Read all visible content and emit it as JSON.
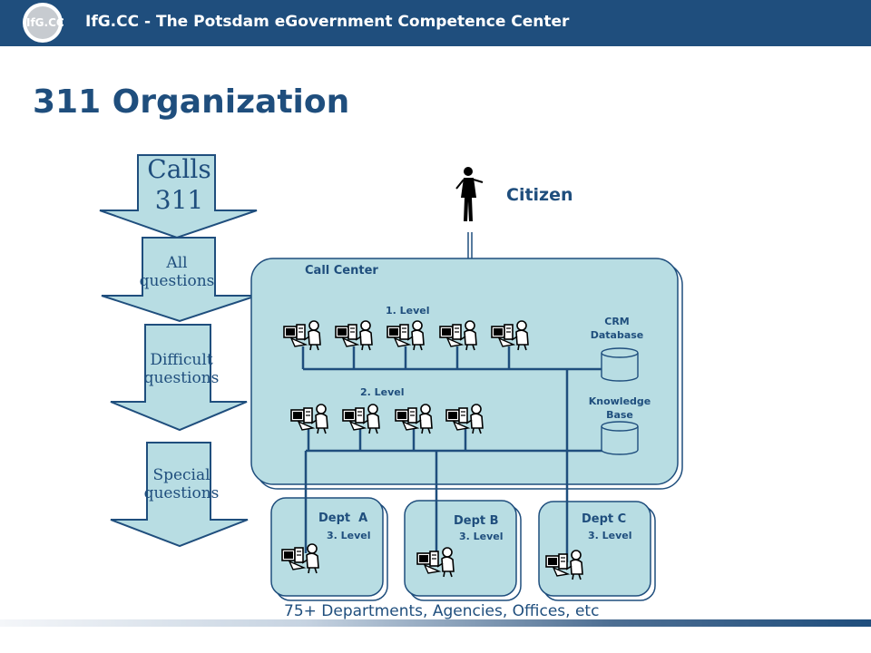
{
  "header": {
    "logo_text": "IfG.CC",
    "title": "IfG.CC - The Potsdam eGovernment Competence Center"
  },
  "page_title": "311 Organization",
  "flow": {
    "calls": "Calls 311",
    "all_questions": "All questions",
    "difficult_questions": "Difficult questions",
    "special_questions": "Special questions"
  },
  "citizen": {
    "label": "Citizen"
  },
  "call_center": {
    "title": "Call Center",
    "level1_label": "1. Level",
    "level2_label": "2. Level",
    "crm_label": "CRM Database",
    "kb_label": "Knowledge Base"
  },
  "departments": [
    {
      "name": "Dept  A",
      "level": "3. Level"
    },
    {
      "name": "Dept B",
      "level": "3. Level"
    },
    {
      "name": "Dept C",
      "level": "3. Level"
    }
  ],
  "footer": {
    "text": "75+ Departments, Agencies, Offices, etc"
  },
  "colors": {
    "brand_navy": "#1f4e7d",
    "arrow_fill": "#b8dde3",
    "box_fill": "#b8dde3",
    "line_navy": "#1f4e7d"
  }
}
